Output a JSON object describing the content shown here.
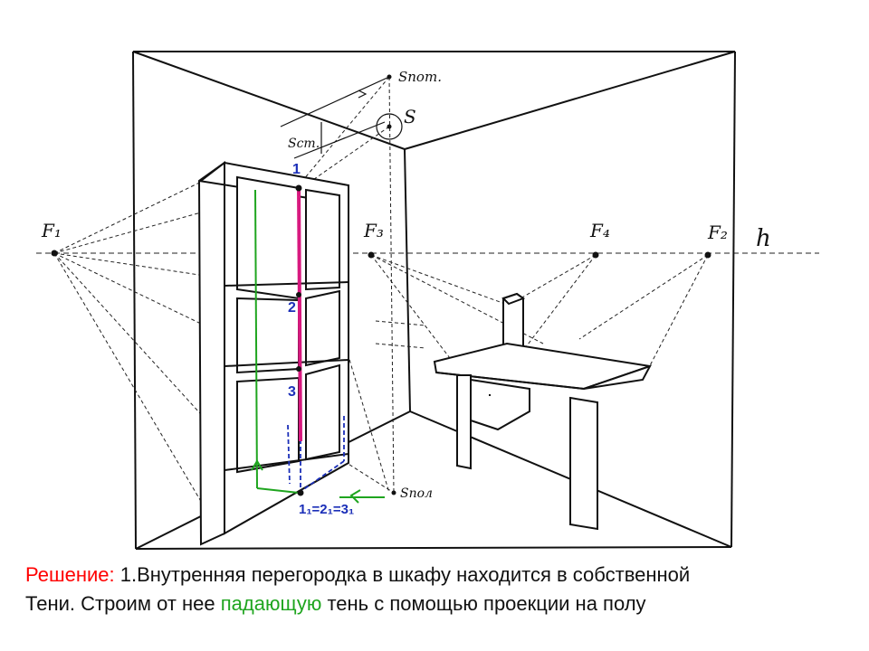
{
  "caption": {
    "prefix": "Решение:",
    "line1_rest": " 1.Внутренняя перегородка в шкафу находится в собственной",
    "line2_start": "Тени. Строим от нее ",
    "highlight": "падающую",
    "line2_end": " тень с помощью проекции на полу"
  },
  "labels": {
    "f1": "F₁",
    "f2": "F₂",
    "f3": "F₃",
    "f4": "F₄",
    "horizon": "h",
    "light": "S",
    "s_ceiling": "Sпот.",
    "s_wall": "Sст.",
    "s_floor": "Sпол",
    "p1": "1",
    "p2": "2",
    "p3": "3",
    "floor_points": "1₁=2₁=3₁"
  },
  "colors": {
    "ink": "#111111",
    "accent_red": "#ff0000",
    "accent_green": "#1fa51f",
    "partition_magenta": "#d8197f",
    "projection_blue": "#1b2fb8"
  }
}
